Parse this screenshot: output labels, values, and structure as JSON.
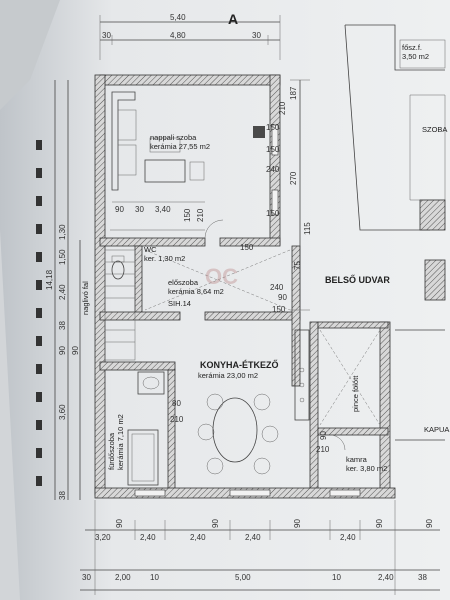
{
  "header": {
    "section_mark": "A"
  },
  "dims_top": {
    "overall": "5,40",
    "left": "30",
    "main": "4,80",
    "right": "30"
  },
  "rooms": {
    "living": {
      "name": "nappali szoba",
      "floor": "kerámia 27,55 m2"
    },
    "wc": {
      "name": "WC",
      "floor": "ker. 1,30 m2"
    },
    "hall": {
      "name": "előszoba",
      "floor": "kerámia 8,64 m2",
      "code": "SIH.14"
    },
    "kitchen": {
      "name": "KONYHA-ÉTKEZŐ",
      "floor": "kerámia 23,00 m2"
    },
    "bath": {
      "name": "fürdőszoba",
      "floor": "kerámia 7,10 m2"
    },
    "pantry": {
      "name": "kamra",
      "floor": "ker. 3,80 m2"
    },
    "pergola": {
      "name": "pince fölött"
    },
    "courtyard": {
      "name": "BELSŐ UDVAR"
    },
    "room_right": {
      "name": "fősz.f.",
      "floor": "3,50 m2"
    },
    "room_right2": {
      "name": "SZOBA"
    },
    "gate": {
      "name": "KAPUA"
    }
  },
  "left_label": "naglivó fal",
  "dims_left": [
    "14,18",
    "1,50",
    "2,40",
    "1,30",
    "38",
    "90",
    "90",
    "3,60",
    "38"
  ],
  "dims_right": [
    "187",
    "210",
    "150",
    "240",
    "150",
    "270",
    "150",
    "115",
    "75",
    "240",
    "90",
    "150"
  ],
  "dims_interior": [
    "90",
    "30",
    "3,40",
    "150",
    "210",
    "80",
    "210",
    "210",
    "90",
    "150"
  ],
  "dims_bottom_row1": [
    "3,20",
    "2,40",
    "2,40",
    "2,40",
    "2,40",
    "90",
    "90",
    "90",
    "90",
    "90"
  ],
  "dims_bottom_row2": [
    "30",
    "2,00",
    "10",
    "5,00",
    "10",
    "2,40",
    "38"
  ],
  "watermark": "OC"
}
